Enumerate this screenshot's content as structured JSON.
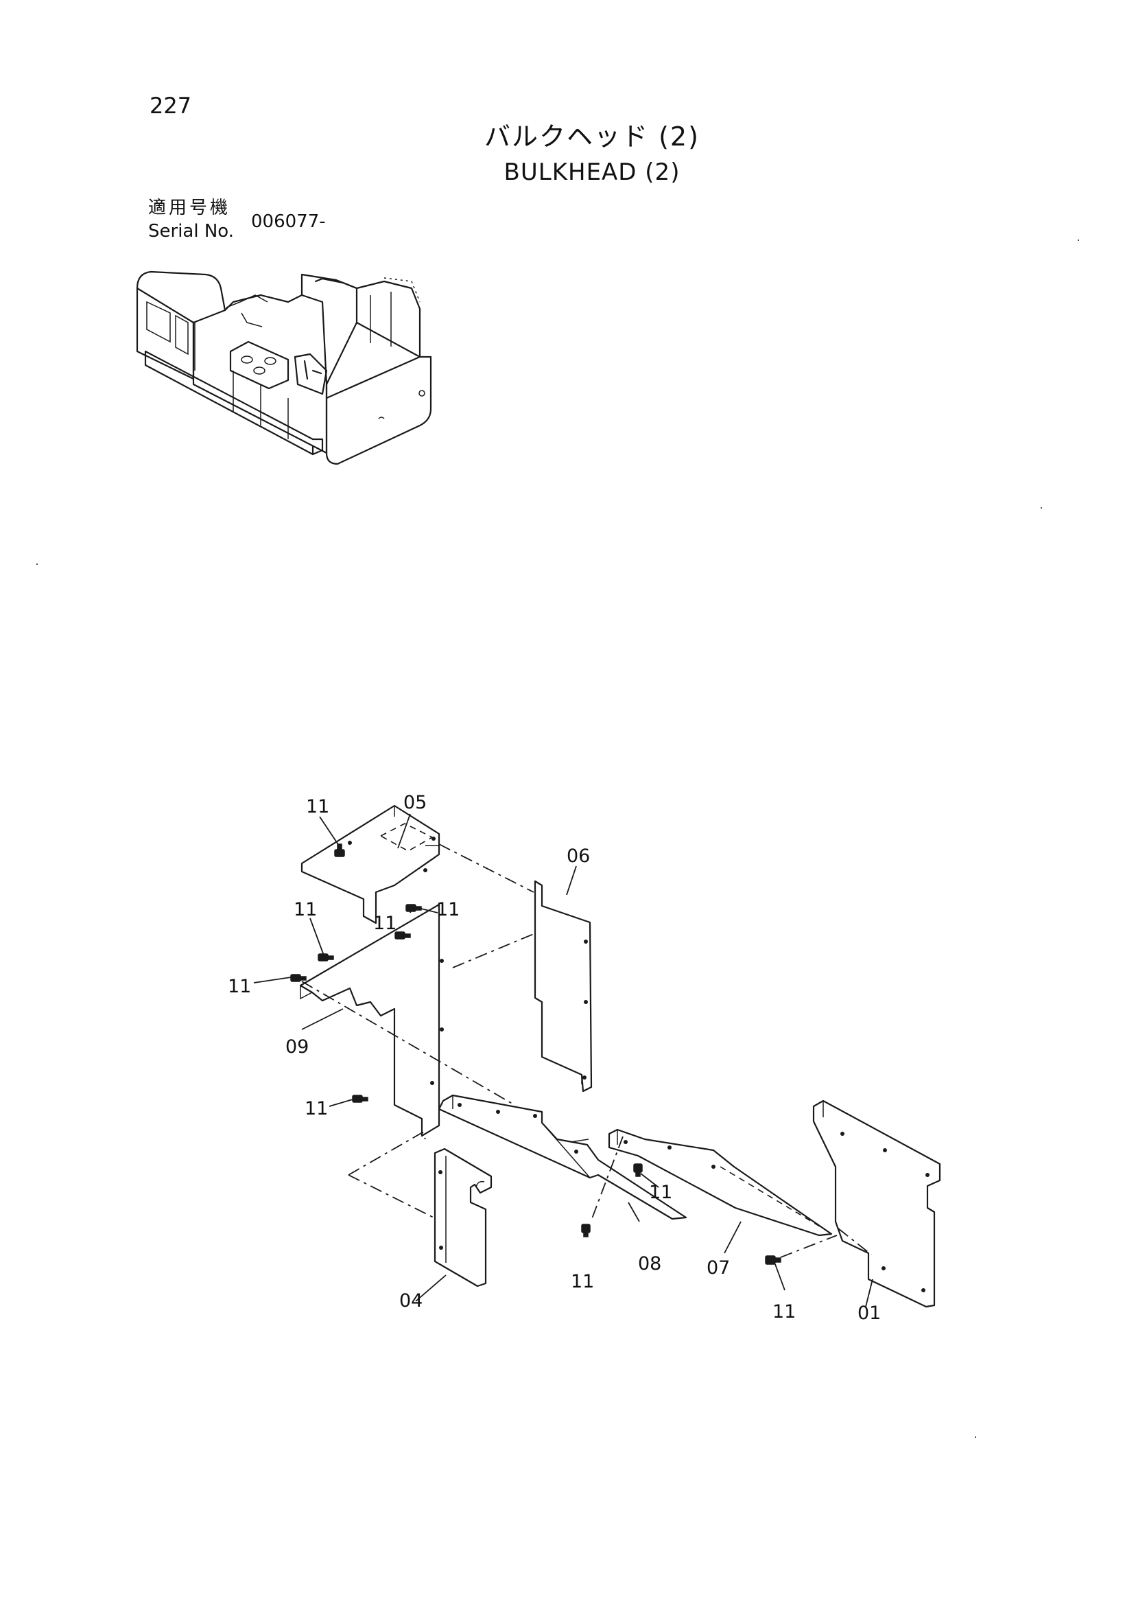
{
  "page": {
    "number": "227",
    "title_jp": "バルクヘッド (2)",
    "title_en": "BULKHEAD (2)"
  },
  "serial": {
    "label_jp": "適用号機",
    "label_en": "Serial No.",
    "value": "006077-"
  },
  "callouts": {
    "c01": "01",
    "c04": "04",
    "c05": "05",
    "c06": "06",
    "c07": "07",
    "c08": "08",
    "c09": "09",
    "c11": "11"
  }
}
